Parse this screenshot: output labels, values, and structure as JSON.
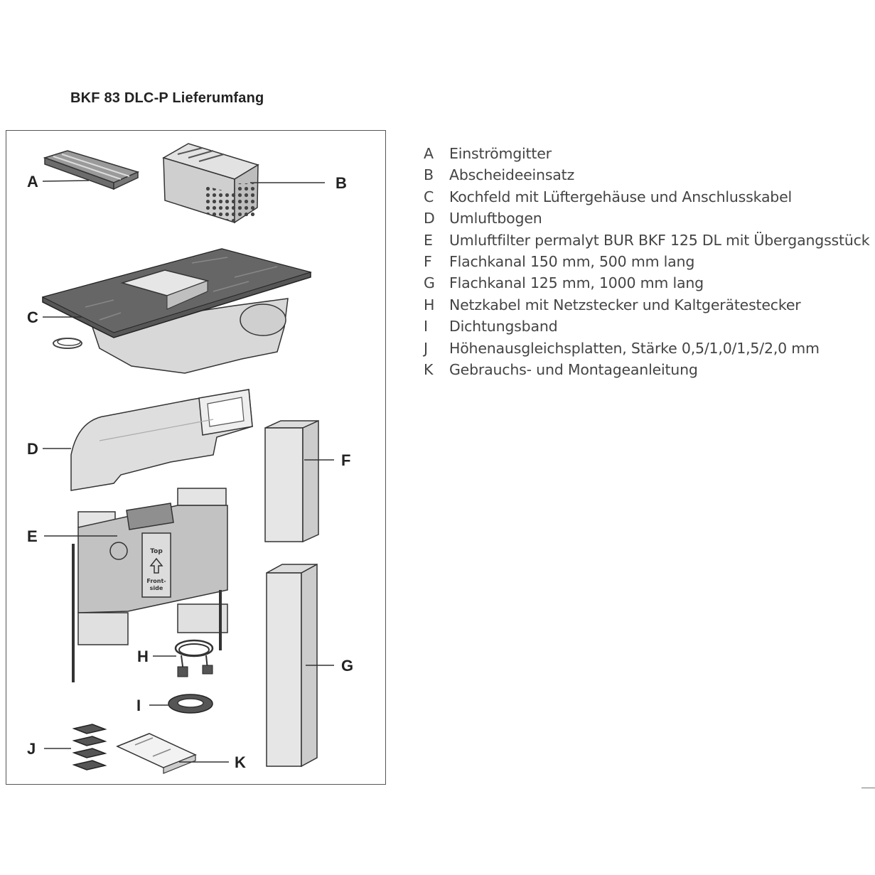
{
  "title": "BKF 83 DLC-P   Lieferumfang",
  "labels": {
    "A": "A",
    "B": "B",
    "C": "C",
    "D": "D",
    "E": "E",
    "F": "F",
    "G": "G",
    "H": "H",
    "I": "I",
    "J": "J",
    "K": "K"
  },
  "e_plate": {
    "top": "Top",
    "front": "Front-",
    "side": "side"
  },
  "legend": [
    {
      "key": "A",
      "text": "Einströmgitter"
    },
    {
      "key": "B",
      "text": "Abscheideeinsatz"
    },
    {
      "key": "C",
      "text": "Kochfeld mit Lüftergehäuse und Anschlusskabel"
    },
    {
      "key": "D",
      "text": "Umluftbogen"
    },
    {
      "key": "E",
      "text": "Umluftfilter permalyt BUR BKF 125 DL mit Übergangsstück"
    },
    {
      "key": "F",
      "text": "Flachkanal 150 mm, 500 mm lang"
    },
    {
      "key": "G",
      "text": "Flachkanal 125 mm, 1000 mm lang"
    },
    {
      "key": "H",
      "text": "Netzkabel mit Netzstecker und Kaltgerätestecker"
    },
    {
      "key": "I",
      "text": "Dichtungsband"
    },
    {
      "key": "J",
      "text": "Höhenausgleichsplatten, Stärke 0,5/1,0/1,5/2,0 mm"
    },
    {
      "key": "K",
      "text": "Gebrauchs- und Montageanleitung"
    }
  ],
  "colors": {
    "outline": "#444444",
    "panel": "#c4c4c4",
    "top": "#555555",
    "light": "#dedede"
  }
}
